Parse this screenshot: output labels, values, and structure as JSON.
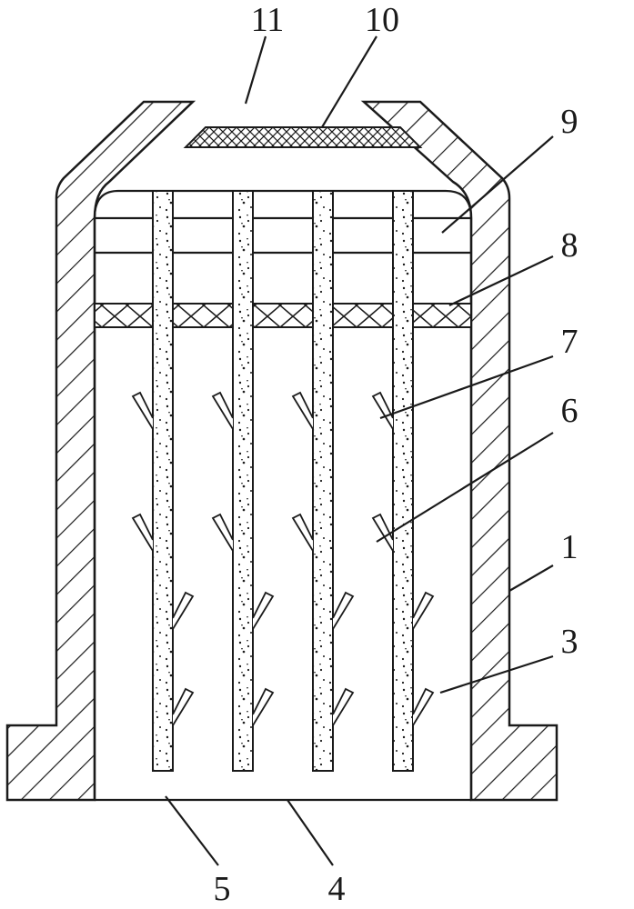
{
  "figure": {
    "labels": {
      "housing": "1",
      "cavity": "3",
      "base_opening": "4",
      "rod": "5",
      "fin_middle": "6",
      "fin_upper": "7",
      "mesh_layer": "8",
      "top_space": "9",
      "top_mesh": "10",
      "top_opening": "11"
    },
    "rod_count": 4,
    "colors": {
      "line": "#1a1a1a",
      "background": "#ffffff"
    }
  }
}
